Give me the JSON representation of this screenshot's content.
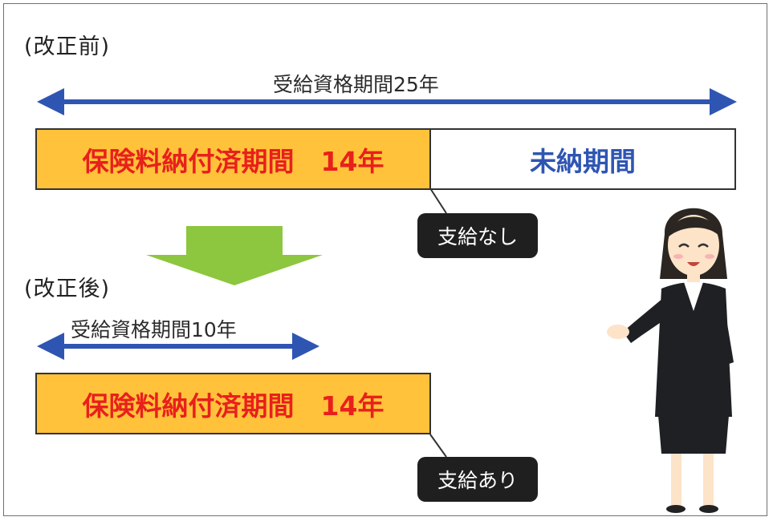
{
  "before": {
    "heading": "(改正前)",
    "period_label": "受給資格期間25年",
    "paid_label": "保険料納付済期間　14年",
    "unpaid_label": "未納期間",
    "result": "支給なし"
  },
  "after": {
    "heading": "(改正後)",
    "period_label": "受給資格期間10年",
    "paid_label": "保険料納付済期間　14年",
    "result": "支給あり"
  },
  "colors": {
    "arrow_blue": "#2f55b3",
    "paid_fill": "#ffc23a",
    "paid_text": "#e8201c",
    "unpaid_text": "#2f55b3",
    "transition_arrow": "#8dc63f",
    "callout_bg": "#1f1f1f"
  },
  "icons": [
    "double-headed-arrow",
    "down-arrow",
    "presenter-woman-illustration"
  ]
}
